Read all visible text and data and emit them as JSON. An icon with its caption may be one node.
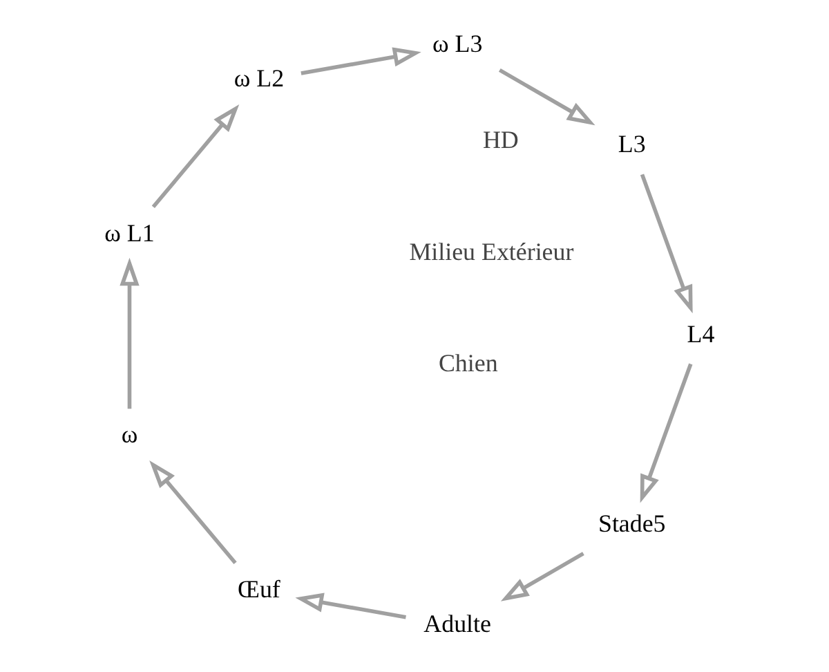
{
  "diagram": {
    "nodes": [
      {
        "text": [
          "Stade5"
        ]
      },
      {
        "text": [
          "Adulte"
        ]
      },
      {
        "text": [
          "Œuf"
        ]
      },
      {
        "text": [
          "ω"
        ]
      },
      {
        "text": [
          "ω L1"
        ]
      },
      {
        "text": [
          "ω L2"
        ]
      },
      {
        "text": [
          "ω L3"
        ]
      },
      {
        "text": [
          "L3"
        ]
      },
      {
        "text": [
          "L4"
        ]
      }
    ],
    "edges": [
      {
        "from": 0,
        "to": 1,
        "arrow": "to"
      },
      {
        "from": 1,
        "to": 2,
        "arrow": "to"
      },
      {
        "from": 2,
        "to": 3,
        "arrow": "to"
      },
      {
        "from": 3,
        "to": 4,
        "arrow": "to"
      },
      {
        "from": 4,
        "to": 5,
        "arrow": "to"
      },
      {
        "from": 5,
        "to": 6,
        "arrow": "to"
      },
      {
        "from": 6,
        "to": 7,
        "arrow": "to"
      },
      {
        "from": 7,
        "to": 8,
        "arrow": "to"
      },
      {
        "from": 8,
        "to": 0,
        "arrow": "to"
      }
    ],
    "labels": [
      "HD",
      "Chien",
      "Milieu Extérieur"
    ]
  }
}
